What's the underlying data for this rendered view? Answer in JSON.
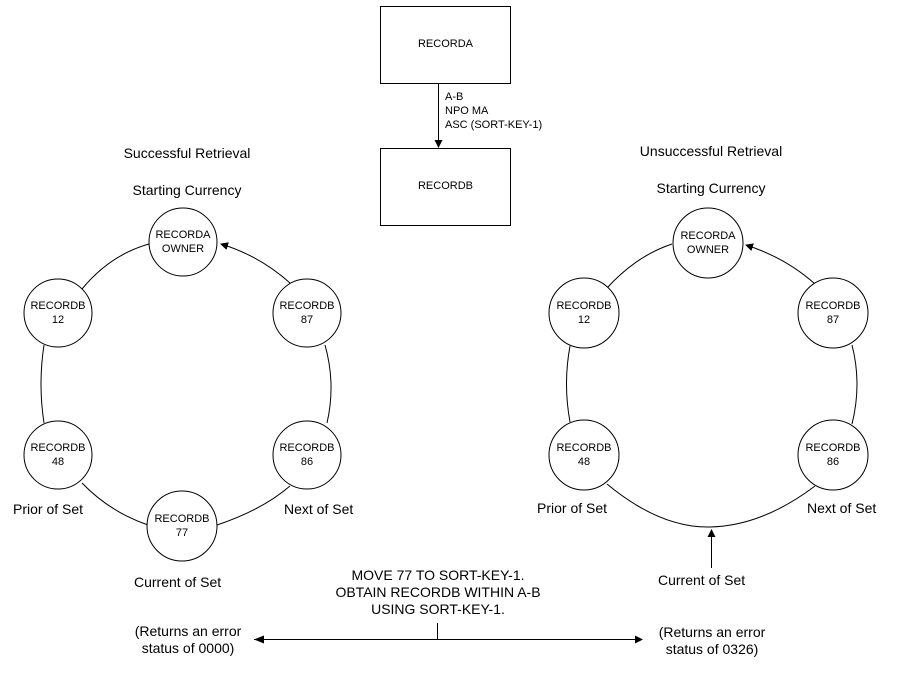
{
  "schema": {
    "owner_box": "RECORDA",
    "member_box": "RECORDB",
    "set_name": "A-B",
    "set_options": "NPO MA",
    "set_order": "ASC (SORT-KEY-1)"
  },
  "left": {
    "title": "Successful Retrieval",
    "start_label": "Starting Currency",
    "nodes": [
      {
        "id": "owner",
        "line1": "RECORDA",
        "line2": "OWNER"
      },
      {
        "id": "n12",
        "line1": "RECORDB",
        "line2": "12"
      },
      {
        "id": "n87",
        "line1": "RECORDB",
        "line2": "87"
      },
      {
        "id": "n48",
        "line1": "RECORDB",
        "line2": "48"
      },
      {
        "id": "n86",
        "line1": "RECORDB",
        "line2": "86"
      },
      {
        "id": "n77",
        "line1": "RECORDB",
        "line2": "77"
      }
    ],
    "prior_label": "Prior of Set",
    "next_label": "Next of Set",
    "current_label": "Current of Set",
    "result_line1": "(Returns an error",
    "result_line2": "status of 0000)"
  },
  "right": {
    "title": "Unsuccessful Retrieval",
    "start_label": "Starting Currency",
    "nodes": [
      {
        "id": "owner",
        "line1": "RECORDA",
        "line2": "OWNER"
      },
      {
        "id": "n12",
        "line1": "RECORDB",
        "line2": "12"
      },
      {
        "id": "n87",
        "line1": "RECORDB",
        "line2": "87"
      },
      {
        "id": "n48",
        "line1": "RECORDB",
        "line2": "48"
      },
      {
        "id": "n86",
        "line1": "RECORDB",
        "line2": "86"
      }
    ],
    "prior_label": "Prior of Set",
    "next_label": "Next of Set",
    "current_label": "Current of Set",
    "result_line1": "(Returns an error",
    "result_line2": "status of 0326)"
  },
  "command": {
    "line1": "MOVE 77 TO SORT-KEY-1.",
    "line2": "OBTAIN RECORDB WITHIN A-B",
    "line3": "USING SORT-KEY-1."
  }
}
